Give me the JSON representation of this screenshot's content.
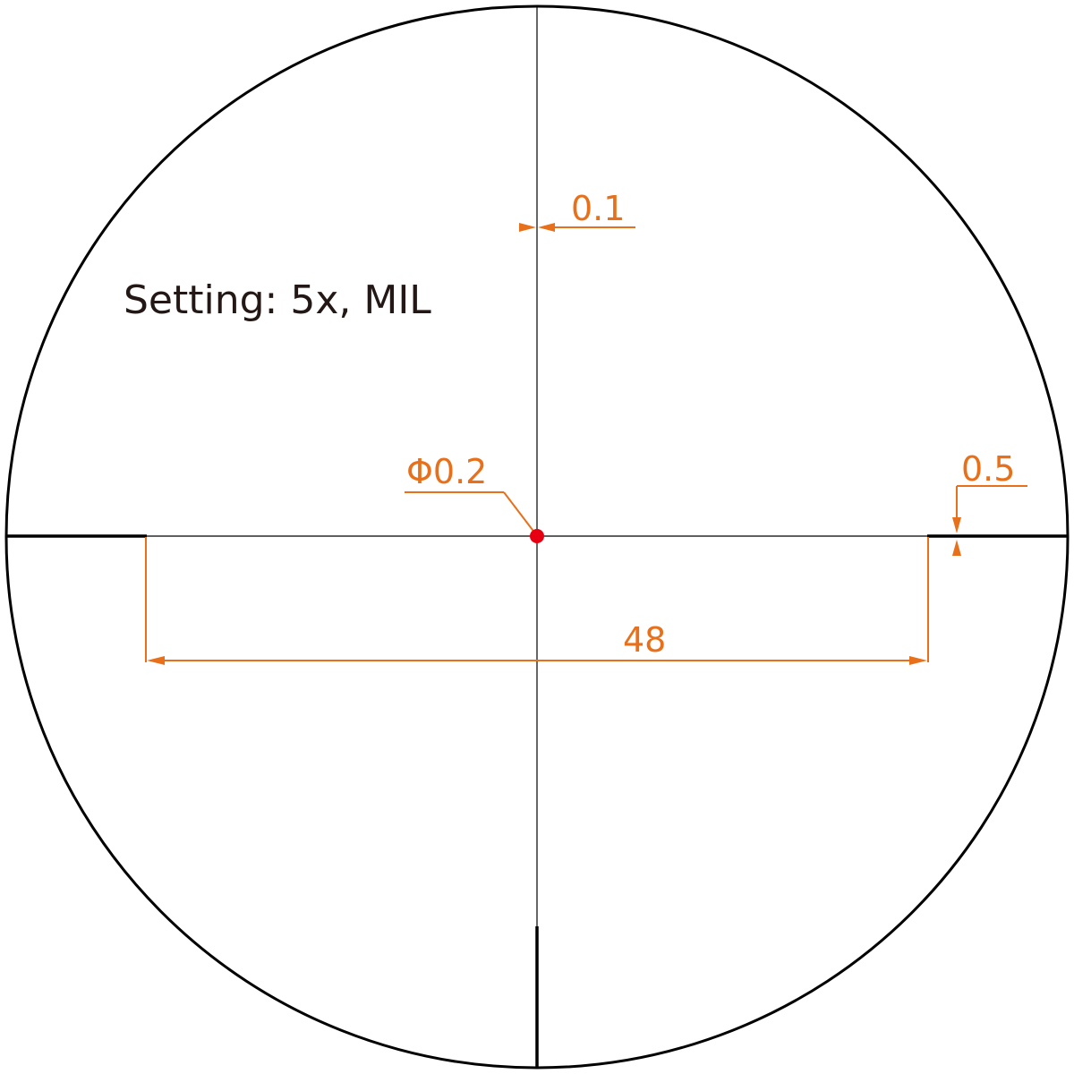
{
  "setting_label": "Setting: 5x, MIL",
  "dimensions": {
    "line_width": "0.1",
    "thick_bar_width": "0.5",
    "center_dot": "Φ0.2",
    "span": "48"
  },
  "colors": {
    "reticle": "#000000",
    "annotation": "#e8701a",
    "center_dot": "#e60012",
    "text": "#231815"
  }
}
